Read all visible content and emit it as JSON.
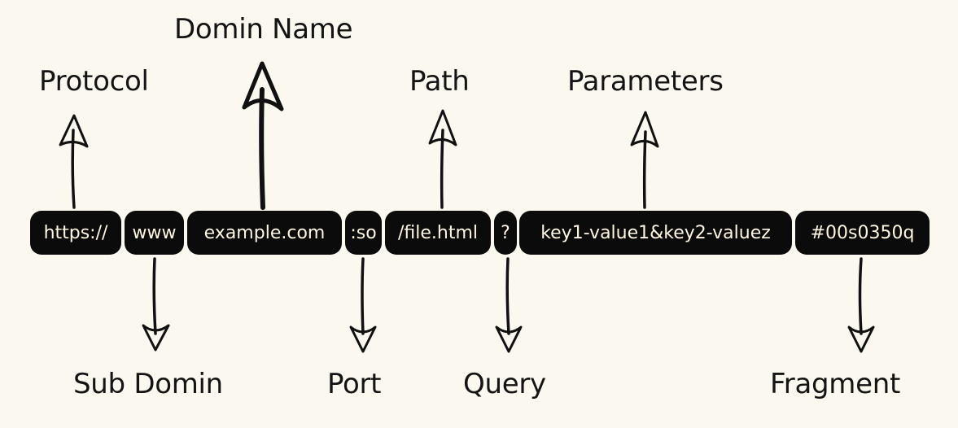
{
  "labels": {
    "protocol": "Protocol",
    "domain_name": "Domin Name",
    "path": "Path",
    "parameters": "Parameters",
    "sub_domain": "Sub Domin",
    "port": "Port",
    "query": "Query",
    "fragment": "Fragment"
  },
  "segments": {
    "protocol": "https://",
    "subdomain": "www",
    "domain": "example.com",
    "port": ":so",
    "path": "/file.html",
    "query": "?",
    "parameters": "key1-value1&key2-valuez",
    "fragment": "#00s0350q"
  },
  "colors": {
    "background": "#fbf8f0",
    "segment_fill": "#0b0b0b",
    "segment_text": "#fff6e0",
    "ink": "#111111"
  }
}
